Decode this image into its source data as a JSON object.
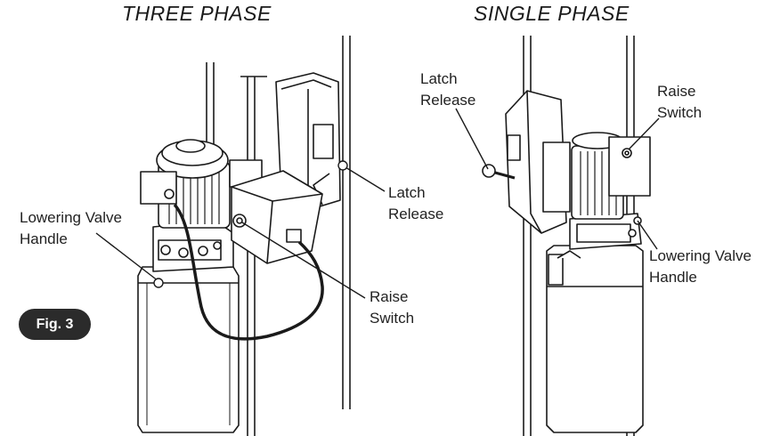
{
  "titles": {
    "left": "THREE PHASE",
    "right": "SINGLE PHASE"
  },
  "figure_badge": "Fig. 3",
  "labels": {
    "lowering_valve_left": [
      "Lowering Valve",
      "Handle"
    ],
    "raise_switch_left": [
      "Raise",
      "Switch"
    ],
    "latch_release_left": [
      "Latch",
      "Release"
    ],
    "latch_release_right": [
      "Latch",
      "Release"
    ],
    "raise_switch_right": [
      "Raise",
      "Switch"
    ],
    "lowering_valve_right": [
      "Lowering Valve",
      "Handle"
    ]
  },
  "colors": {
    "line": "#1a1a1a",
    "badge": "#2b2b2b",
    "background": "#ffffff"
  }
}
